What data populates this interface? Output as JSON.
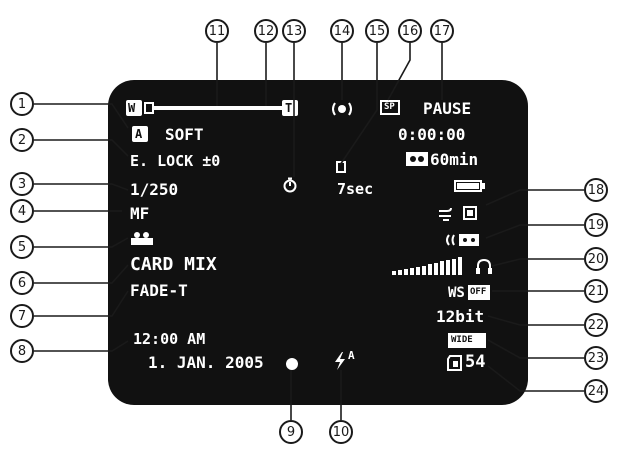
{
  "callouts": [
    "1",
    "2",
    "3",
    "4",
    "5",
    "6",
    "7",
    "8",
    "9",
    "10",
    "11",
    "12",
    "13",
    "14",
    "15",
    "16",
    "17",
    "18",
    "19",
    "20",
    "21",
    "22",
    "23",
    "24"
  ],
  "display": {
    "zoom_w": "W",
    "zoom_t": "T",
    "mode_letter": "A",
    "soft": "SOFT",
    "elock": "E. LOCK ±0",
    "shutter": "1/250",
    "focus": "MF",
    "card_mix": "CARD MIX",
    "fade": "FADE-T",
    "time": "12:00 AM",
    "date": "1. JAN. 2005",
    "self_timer": "7sec",
    "rec_mode": "SP",
    "status": "PAUSE",
    "timecode": "0:00:00",
    "tape_remaining": "60min",
    "ws": "WS",
    "ws_off": "OFF",
    "audio_bits": "12bit",
    "wide": "WIDE",
    "card_count": "54",
    "flash_auto": "A"
  },
  "colors": {
    "screen": "#111111",
    "display_text": "#ffffff",
    "callout": "#1a1a1a"
  }
}
